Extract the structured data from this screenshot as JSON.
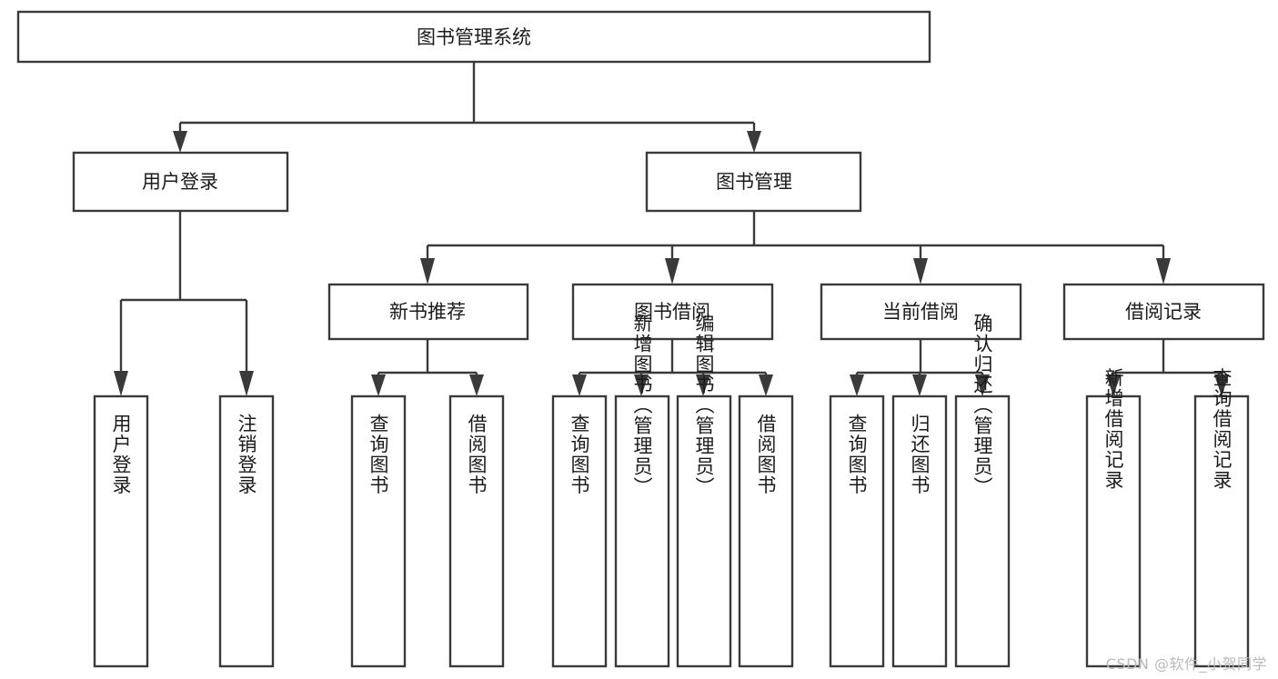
{
  "diagram": {
    "title": "图书管理系统",
    "type": "tree-hierarchy-diagram",
    "colors": {
      "box_stroke": "#3a3a3a",
      "box_fill": "#ffffff",
      "text": "#1b1b1b",
      "background": "#ffffff",
      "watermark": "#b9b9b9"
    },
    "levels": {
      "root": {
        "label": "图书管理系统"
      },
      "level2": [
        {
          "label": "用户登录"
        },
        {
          "label": "图书管理"
        }
      ],
      "level3": [
        {
          "label": "新书推荐"
        },
        {
          "label": "图书借阅"
        },
        {
          "label": "当前借阅"
        },
        {
          "label": "借阅记录"
        }
      ],
      "leaves": [
        {
          "label": "用户登录",
          "parent": "用户登录"
        },
        {
          "label": "注销登录",
          "parent": "用户登录"
        },
        {
          "label": "查询图书",
          "parent": "新书推荐"
        },
        {
          "label": "借阅图书",
          "parent": "新书推荐"
        },
        {
          "label": "查询图书",
          "parent": "图书借阅"
        },
        {
          "label": "新增图书（管理员）",
          "parent": "图书借阅"
        },
        {
          "label": "编辑图书（管理员）",
          "parent": "图书借阅"
        },
        {
          "label": "借阅图书",
          "parent": "图书借阅"
        },
        {
          "label": "查询图书",
          "parent": "当前借阅"
        },
        {
          "label": "归还图书",
          "parent": "当前借阅"
        },
        {
          "label": "确认归还（管理员）",
          "parent": "当前借阅"
        },
        {
          "label": "新增借阅记录",
          "parent": "借阅记录"
        },
        {
          "label": "查询借阅记录",
          "parent": "借阅记录"
        }
      ]
    }
  },
  "watermark": {
    "text": "CSDN @软件_小贺同学"
  }
}
